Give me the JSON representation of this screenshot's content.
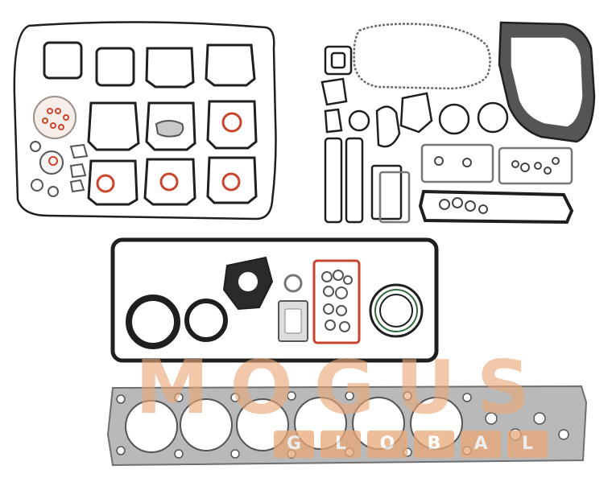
{
  "image": {
    "subject": "engine gasket kit",
    "colors": {
      "background": "#ffffff",
      "gasket_black": "#1f1f1f",
      "gasket_grey": "#8a8a8a",
      "gasket_red": "#c8452e",
      "metal_head_gasket": "#b9b9b9",
      "watermark": "#e9a877"
    }
  },
  "watermark": {
    "brand": "MOGUS",
    "subtitle_letters": [
      "G",
      "L",
      "O",
      "B",
      "A",
      "L"
    ]
  }
}
